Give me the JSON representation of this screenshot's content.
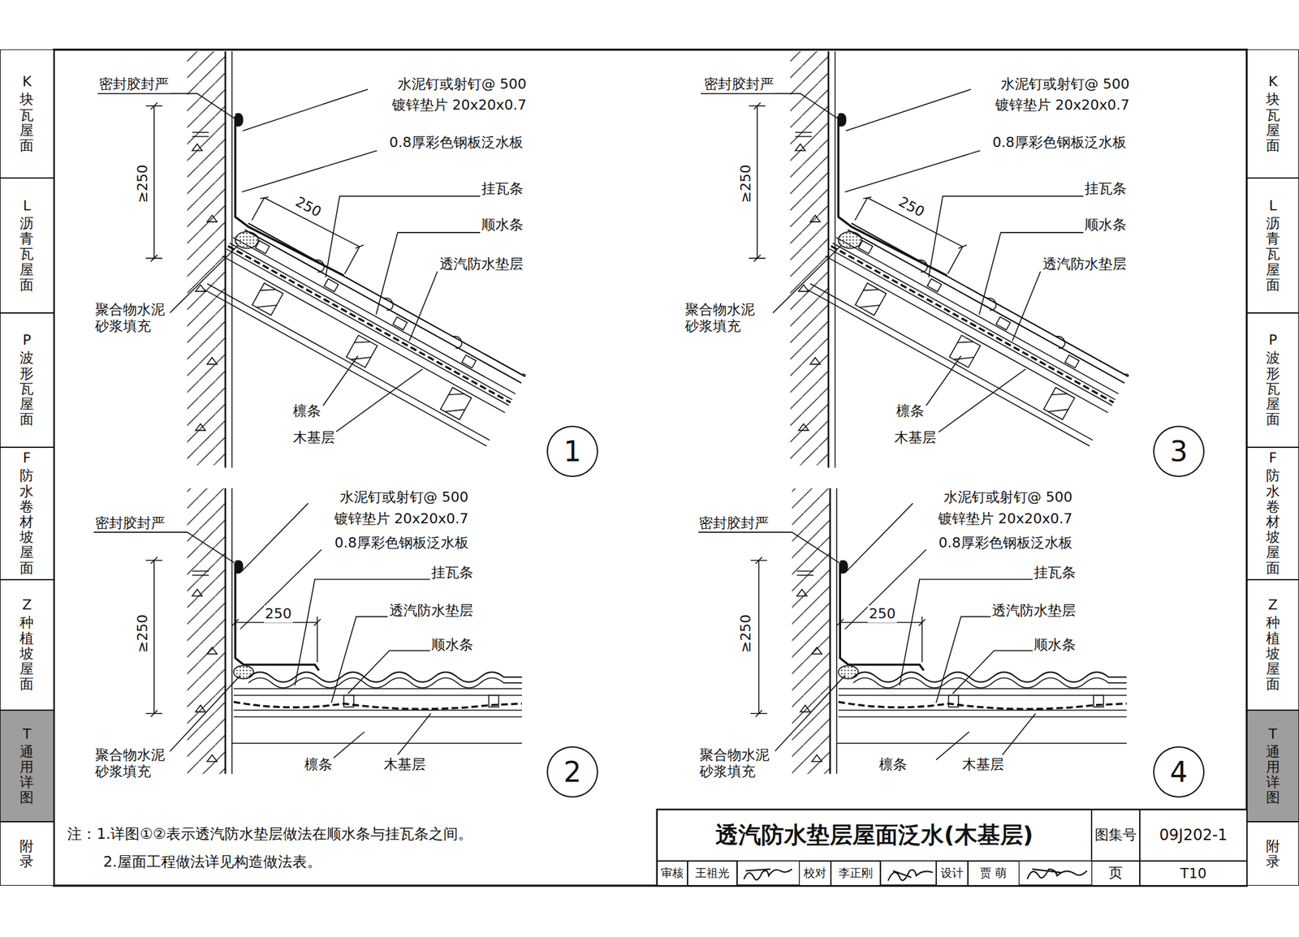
{
  "diagram": {
    "nodes": [
      {
        "text": [
          "K",
          "块瓦屋面"
        ]
      },
      {
        "text": [
          "L",
          "沥青瓦屋面"
        ]
      },
      {
        "text": [
          "P",
          "波形瓦屋面"
        ]
      },
      {
        "text": [
          "F",
          "防水卷材坡屋面"
        ]
      },
      {
        "text": [
          "Z",
          "种植坡屋面"
        ]
      },
      {
        "text": [
          "T",
          "通用详图"
        ]
      },
      {
        "text": [
          "附录"
        ]
      },
      {
        "text": [
          "1"
        ]
      },
      {
        "text": [
          "3"
        ]
      },
      {
        "text": [
          "2"
        ]
      },
      {
        "text": [
          "4"
        ]
      },
      {
        "text": [
          "K",
          "块瓦屋面"
        ]
      },
      {
        "text": [
          "L",
          "沥青瓦屋面"
        ]
      },
      {
        "text": [
          "P",
          "波形瓦屋面"
        ]
      },
      {
        "text": [
          "F",
          "防水卷材坡屋面"
        ]
      },
      {
        "text": [
          "Z",
          "种植坡屋面"
        ]
      },
      {
        "text": [
          "T",
          "通用详图"
        ]
      },
      {
        "text": [
          "附录"
        ]
      },
      {
        "text": [
          "透汽防水垫层屋面泛水(木基层)"
        ]
      },
      {
        "text": [
          "图集号"
        ]
      },
      {
        "text": [
          "09J202-1"
        ]
      },
      {
        "text": [
          "审核"
        ]
      },
      {
        "text": [
          "王祖光"
        ]
      },
      {
        "text": [
          "校对"
        ]
      },
      {
        "text": [
          "李正刚"
        ]
      },
      {
        "text": [
          "设计"
        ]
      },
      {
        "text": [
          "贾 萌"
        ]
      },
      {
        "text": [
          "页"
        ]
      },
      {
        "text": [
          "T10"
        ]
      }
    ],
    "labels": [
      "密封胶封严",
      "水泥钉或射钉@ 500",
      "镀锌垫片 20x20x0.7",
      "0.8厚彩色钢板泛水板",
      "挂瓦条",
      "顺水条",
      "透汽防水垫层",
      "≥250",
      "250",
      "聚合物水泥 砂浆填充",
      "檩条",
      "木基层",
      "密封胶封严",
      "水泥钉或射钉@ 500",
      "镀锌垫片 20x20x0.7",
      "0.8厚彩色钢板泛水板",
      "挂瓦条",
      "顺水条",
      "透汽防水垫层",
      "≥250",
      "250",
      "聚合物水泥 砂浆填充",
      "檩条",
      "木基层",
      "密封胶封严",
      "水泥钉或射钉@ 500",
      "镀锌垫片 20x20x0.7",
      "0.8厚彩色钢板泛水板",
      "挂瓦条",
      "透汽防水垫层",
      "顺水条",
      "≥250",
      "250",
      "聚合物水泥 砂浆填充",
      "檩条",
      "木基层",
      "密封胶封严",
      "水泥钉或射钉@ 500",
      "镀锌垫片 20x20x0.7",
      "0.8厚彩色钢板泛水板",
      "挂瓦条",
      "透汽防水垫层",
      "顺水条",
      "≥250",
      "250",
      "聚合物水泥 砂浆填充",
      "檩条",
      "木基层",
      "注：1.详图①②表示透汽防水垫层做法在顺水条与挂瓦条之间。",
      "2.屋面工程做法详见构造做法表。"
    ]
  }
}
